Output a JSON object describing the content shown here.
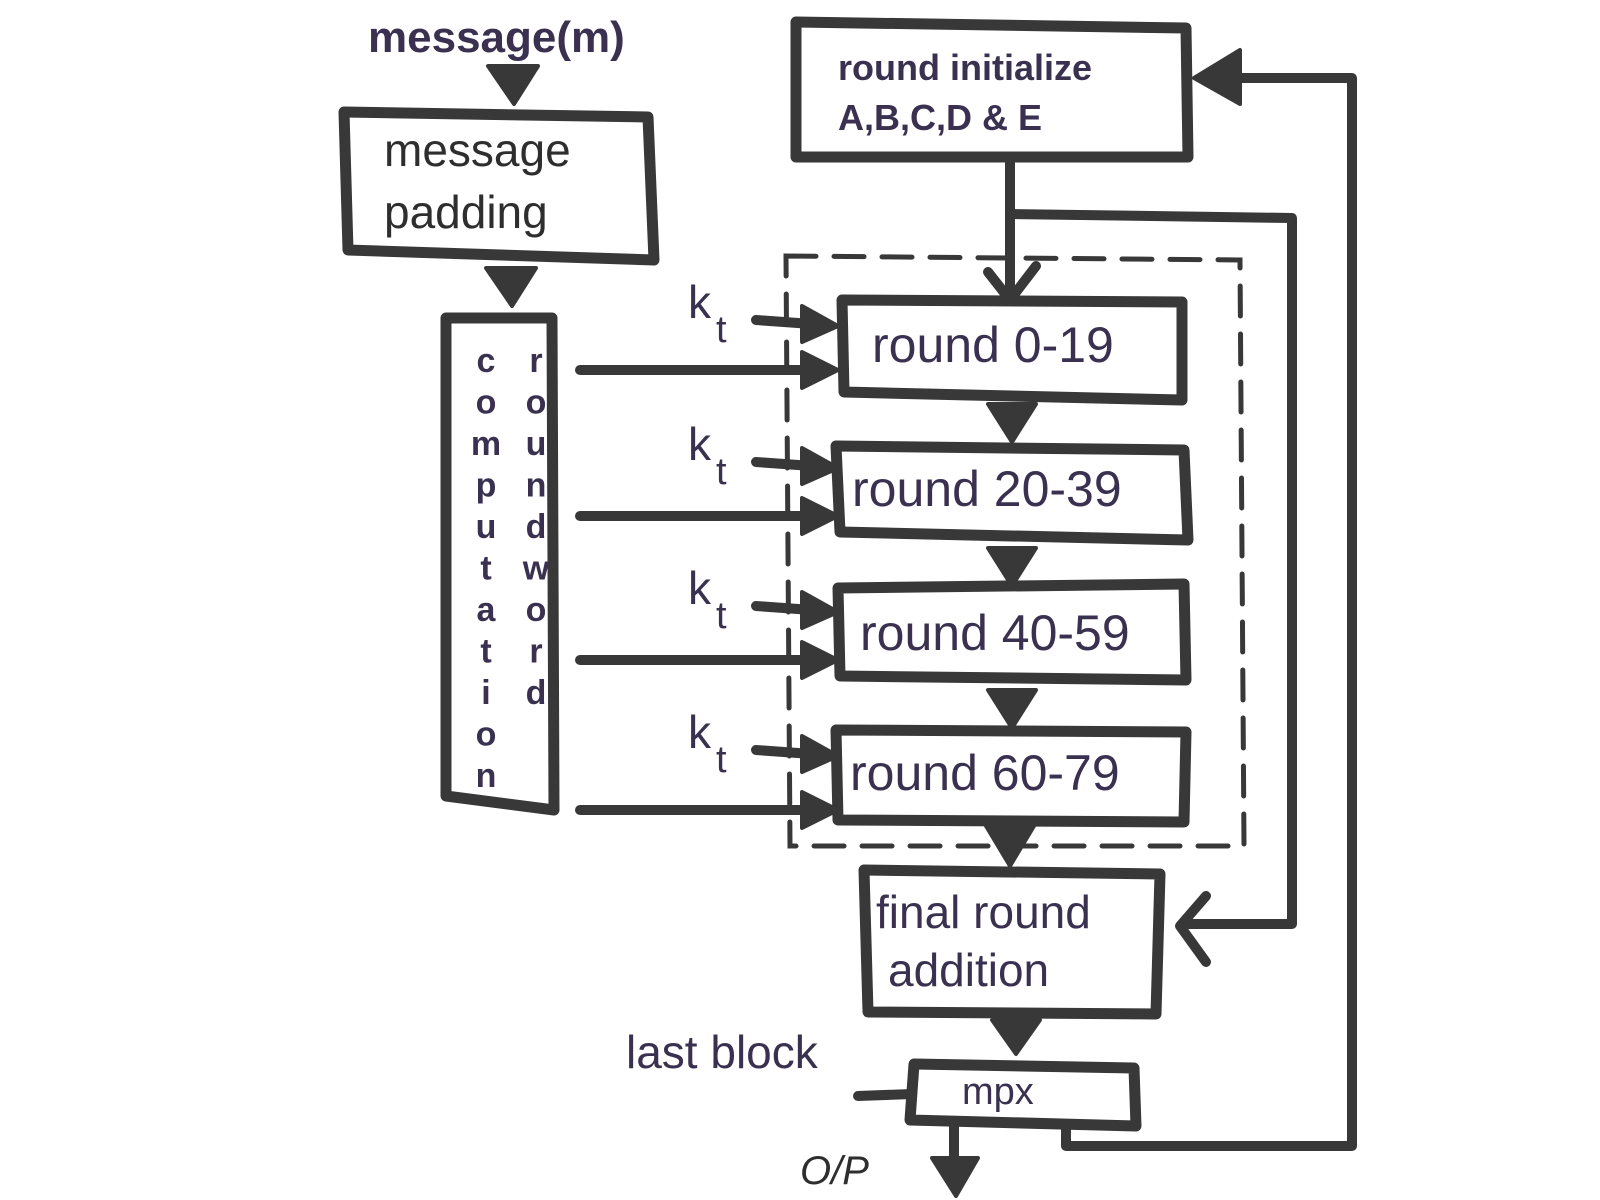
{
  "diagram": {
    "title": "SHA-1 round processing block diagram",
    "colors": {
      "stroke": "#383838",
      "text": "#3a3150",
      "background": "#ffffff"
    },
    "input_label": "message(m)",
    "padding_box": {
      "line1": "message",
      "line2": "padding"
    },
    "word_computation": {
      "col1": [
        "c",
        "o",
        "m",
        "p",
        "u",
        "t",
        "a",
        "t",
        "i",
        "o",
        "n"
      ],
      "col2": [
        "r",
        "o",
        "u",
        "n",
        "d",
        "w",
        "o",
        "r",
        "d"
      ]
    },
    "init_box": {
      "line1": "round initialize",
      "line2": "A,B,C,D & E"
    },
    "rounds": [
      {
        "label": "round 0-19",
        "k_label": "k",
        "k_sub": "t"
      },
      {
        "label": "round 20-39",
        "k_label": "k",
        "k_sub": "t"
      },
      {
        "label": "round 40-59",
        "k_label": "k",
        "k_sub": "t"
      },
      {
        "label": "round 60-79",
        "k_label": "k",
        "k_sub": "t"
      }
    ],
    "final_box": {
      "line1": "final round",
      "line2": "addition"
    },
    "mux": {
      "label": "mpx",
      "select_label": "last block"
    },
    "output_label": "O/P"
  }
}
